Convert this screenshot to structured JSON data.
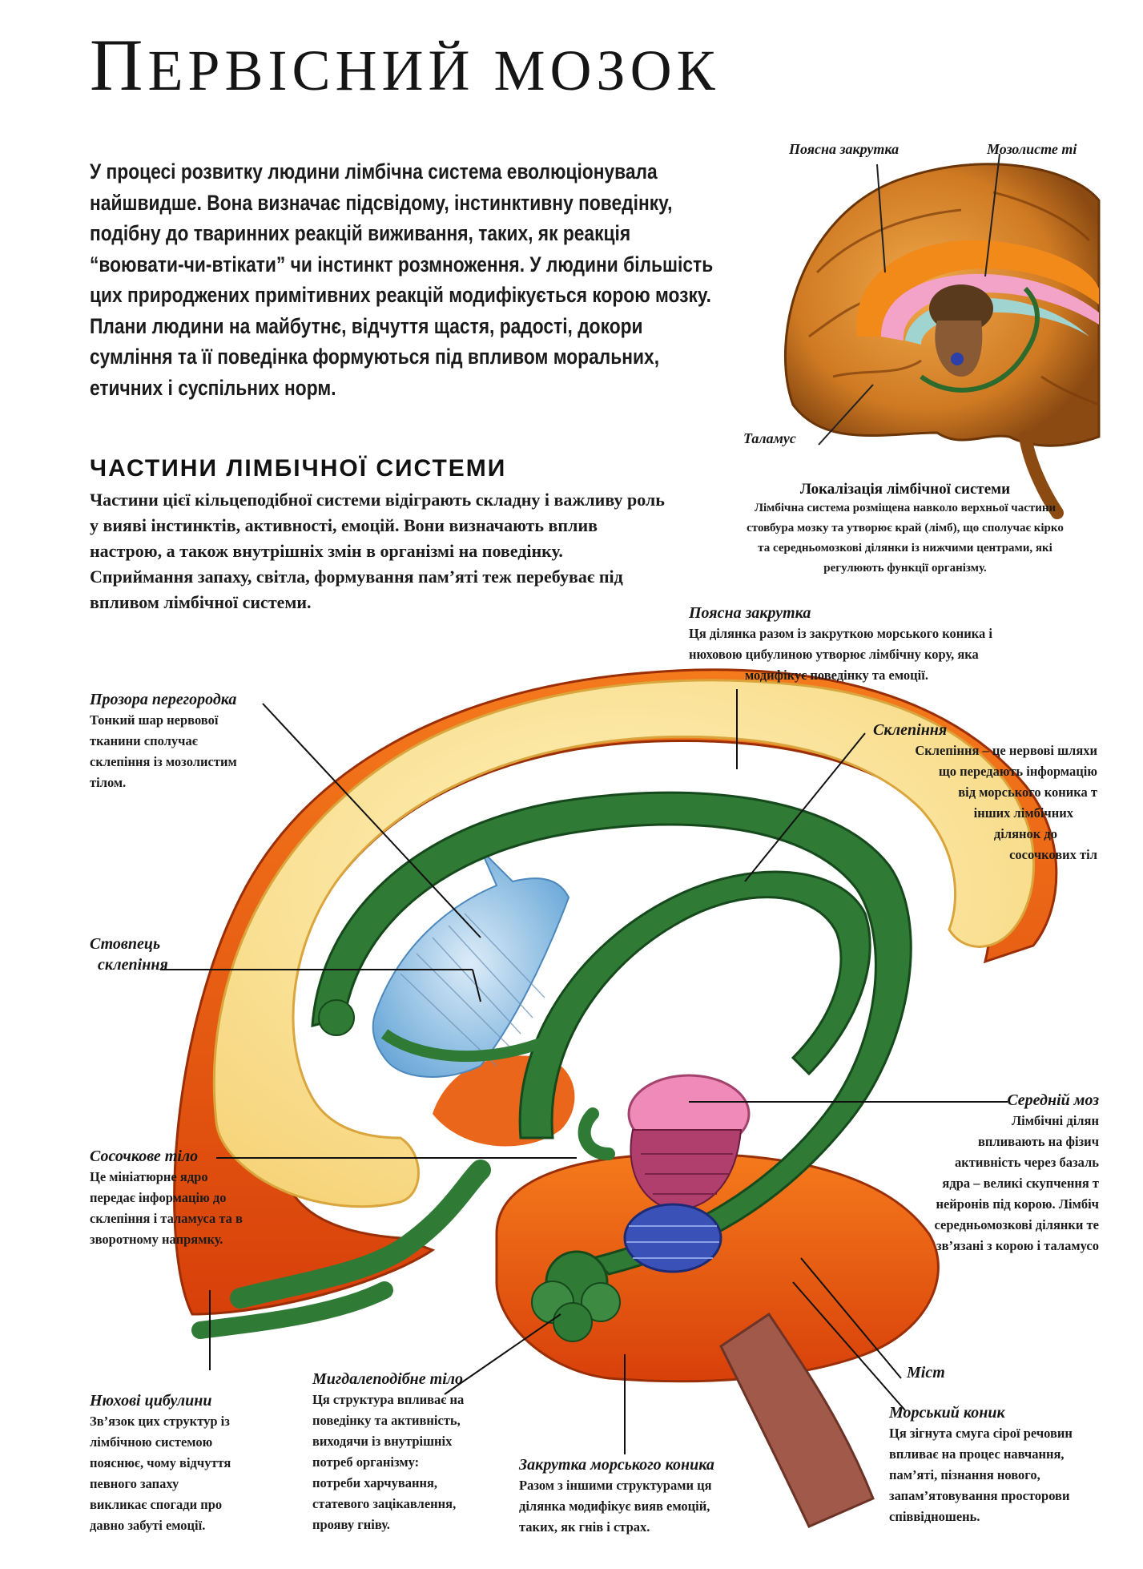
{
  "page": {
    "title": "Первісний мозок",
    "intro": "У процесі розвитку людини лімбічна система еволюціонувала найшвидше. Вона визначає підсвідому, інстинктивну поведінку, подібну до тваринних реакцій виживання, таких, як реакція “воювати-чи-втікати” чи інстинкт розмноження. У людини більшість цих природжених примітивних реакцій модифікується корою мозку. Плани людини на майбутнє, відчуття щастя, радості, докори сумління та її поведінка формуються під впливом моральних, етичних і суспільних норм.",
    "section_heading": "ЧАСТИНИ ЛІМБІЧНОЇ СИСТЕМИ",
    "section_text": "Частини цієї кільцеподібної системи відіграють складну і важливу роль у вияві інстинктів, активності, емоцій. Вони визначають вплив настрою, а також внутрішніх змін в організмі на поведінку. Сприймання запаху, світла, формування пам’яті теж перебуває під впливом лімбічної системи."
  },
  "inset": {
    "label_cingulate": "Поясна закрутка",
    "label_callosum": "Мозолисте ті",
    "label_thalamus": "Таламус",
    "caption_title": "Локалізація лімбічної системи",
    "caption_lines": [
      "Лімбічна система розміщена навколо верхньої частини",
      "стовбура мозку та утворює край (лімб), що сполучає кірко",
      "та середньомозкові ділянки із нижчими центрами, які",
      "регулюють функції організму."
    ]
  },
  "labels": {
    "septum": {
      "title": "Прозора перегородка",
      "lines": [
        "Тонкий шар нервової",
        "тканини сполучає",
        "склепіння із мозолистим",
        "тілом."
      ]
    },
    "cingulate": {
      "title": "Поясна закрутка",
      "lines": [
        "Ця ділянка разом із закруткою морського коника і",
        "нюховою цибулиною утворює лімбічну кору, яка",
        "модифікує поведінку та емоції."
      ]
    },
    "fornix": {
      "title": "Склепіння",
      "lines": [
        "Склепіння – це нервові шляхи",
        "що передають інформацію",
        "від морського коника т",
        "інших лімбічних",
        "ділянок до",
        "сосочкових тіл"
      ]
    },
    "fornix_column": {
      "title_lines": [
        "Стовпець",
        "склепіння"
      ]
    },
    "midbrain": {
      "title": "Середній моз",
      "lines": [
        "Лімбічні ділян",
        "впливають на фізич",
        "активність через базаль",
        "ядра – великі скупчення т",
        "нейронів під корою. Лімбіч",
        "середньомозкові ділянки те",
        "зв’язані з корою і таламусо"
      ]
    },
    "mammillary": {
      "title": "Сосочкове тіло",
      "lines": [
        "Це мініатюрне ядро",
        "передає інформацію до",
        "склепіння і таламуса та в",
        "зворотному напрямку."
      ]
    },
    "pons": {
      "title": "Міст"
    },
    "olfactory": {
      "title": "Нюхові цибулини",
      "lines": [
        "Зв’язок цих структур із",
        "лімбічною системою",
        "пояснює, чому відчуття",
        "певного запаху",
        "викликає спогади про",
        "давно забуті емоції."
      ]
    },
    "amygdala": {
      "title": "Мигдалеподібне тіло",
      "lines": [
        "Ця структура впливає на",
        "поведінку та активність,",
        "виходячи із внутрішніх",
        "потреб організму:",
        "потреби харчування,",
        "статевого зацікавлення,",
        "прояву  гніву."
      ]
    },
    "parahippocampal": {
      "title": "Закрутка морського коника",
      "lines": [
        "Разом з іншими структурами ця",
        "ділянка модифікує вияв емоцій,",
        "таких, як гнів і страх."
      ]
    },
    "hippocampus": {
      "title": "Морський коник",
      "lines": [
        "Ця зігнута смуга сірої речовин",
        "впливає на процес навчання,",
        "пам’яті, пізнання нового,",
        "запам’ятовування просторови",
        "співвідношень."
      ]
    }
  },
  "colors": {
    "cortex_orange": "#e8560f",
    "cingulate_yellow": "#fbe79a",
    "fornix_green": "#2f7a35",
    "septum_blue": "#8fc2e6",
    "thalamus_pink": "#f08ab8",
    "brain_tan": "#d9892a"
  }
}
